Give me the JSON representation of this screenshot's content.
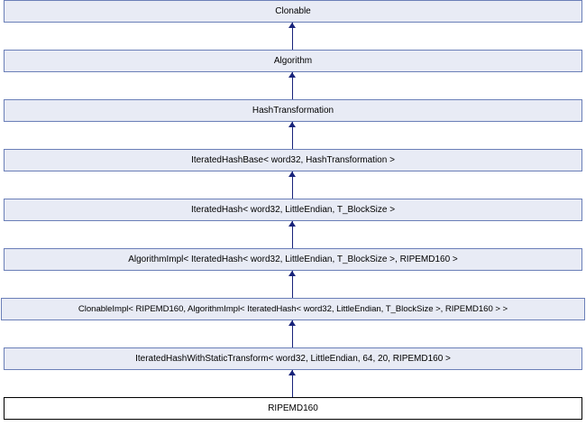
{
  "diagram": {
    "kind": "inheritance-diagram",
    "title": "RIPEMD160",
    "direction": "bottom-to-top",
    "edge_color": "#18237a",
    "node_fill": "#e8ebf5",
    "node_border": "#6b7fb8",
    "current_node_fill": "#ffffff",
    "current_node_border": "#000000",
    "nodes": [
      {
        "label": "Clonable",
        "level": 0,
        "current": false
      },
      {
        "label": "Algorithm",
        "level": 1,
        "current": false
      },
      {
        "label": "HashTransformation",
        "level": 2,
        "current": false
      },
      {
        "label": "IteratedHashBase< word32, HashTransformation >",
        "level": 3,
        "current": false
      },
      {
        "label": "IteratedHash< word32, LittleEndian, T_BlockSize >",
        "level": 4,
        "current": false
      },
      {
        "label": "AlgorithmImpl< IteratedHash< word32, LittleEndian, T_BlockSize >, RIPEMD160 >",
        "level": 5,
        "current": false
      },
      {
        "label": "ClonableImpl< RIPEMD160, AlgorithmImpl< IteratedHash< word32, LittleEndian, T_BlockSize >, RIPEMD160 > >",
        "level": 6,
        "current": false
      },
      {
        "label": "IteratedHashWithStaticTransform< word32, LittleEndian, 64, 20, RIPEMD160 >",
        "level": 7,
        "current": false
      },
      {
        "label": "RIPEMD160",
        "level": 8,
        "current": true
      }
    ],
    "edges": [
      {
        "from": "Algorithm",
        "to": "Clonable"
      },
      {
        "from": "HashTransformation",
        "to": "Algorithm"
      },
      {
        "from": "IteratedHashBase< word32, HashTransformation >",
        "to": "HashTransformation"
      },
      {
        "from": "IteratedHash< word32, LittleEndian, T_BlockSize >",
        "to": "IteratedHashBase< word32, HashTransformation >"
      },
      {
        "from": "AlgorithmImpl< IteratedHash< word32, LittleEndian, T_BlockSize >, RIPEMD160 >",
        "to": "IteratedHash< word32, LittleEndian, T_BlockSize >"
      },
      {
        "from": "ClonableImpl< RIPEMD160, AlgorithmImpl< IteratedHash< word32, LittleEndian, T_BlockSize >, RIPEMD160 > >",
        "to": "AlgorithmImpl< IteratedHash< word32, LittleEndian, T_BlockSize >, RIPEMD160 >"
      },
      {
        "from": "IteratedHashWithStaticTransform< word32, LittleEndian, 64, 20, RIPEMD160 >",
        "to": "ClonableImpl< RIPEMD160, AlgorithmImpl< IteratedHash< word32, LittleEndian, T_BlockSize >, RIPEMD160 > >"
      },
      {
        "from": "RIPEMD160",
        "to": "IteratedHashWithStaticTransform< word32, LittleEndian, 64, 20, RIPEMD160 >"
      }
    ]
  }
}
